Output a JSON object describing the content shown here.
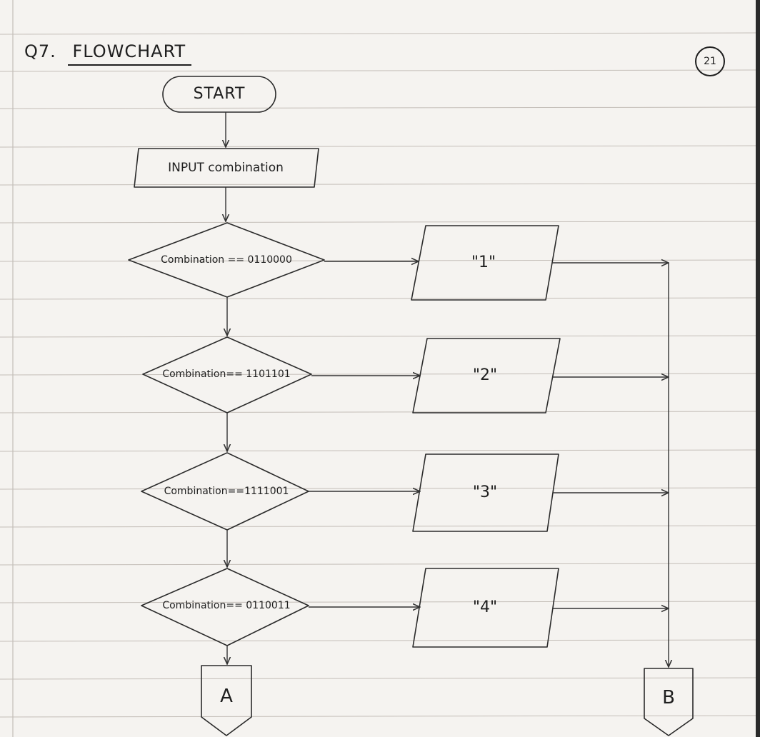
{
  "header": {
    "question": "Q7.",
    "title": "FLOWCHART",
    "page_number": "21"
  },
  "flowchart": {
    "start": "START",
    "input": "INPUT combination",
    "decisions": [
      "Combination == 0110000",
      "Combination== 1101101",
      "Combination==1111001",
      "Combination== 0110011"
    ],
    "outputs": [
      "\"1\"",
      "\"2\"",
      "\"3\"",
      "\"4\""
    ],
    "connectors": {
      "left": "A",
      "right": "B"
    }
  }
}
